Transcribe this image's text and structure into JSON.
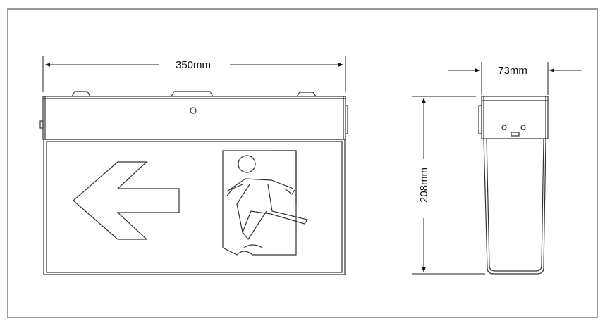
{
  "dimensions": {
    "width_label": "350mm",
    "depth_label": "73mm",
    "height_label": "208mm"
  },
  "colors": {
    "line": "#333333",
    "frame": "#9a9a9a"
  },
  "icons": {
    "arrow": "left-arrow-icon",
    "figure": "running-man-exit-icon"
  }
}
